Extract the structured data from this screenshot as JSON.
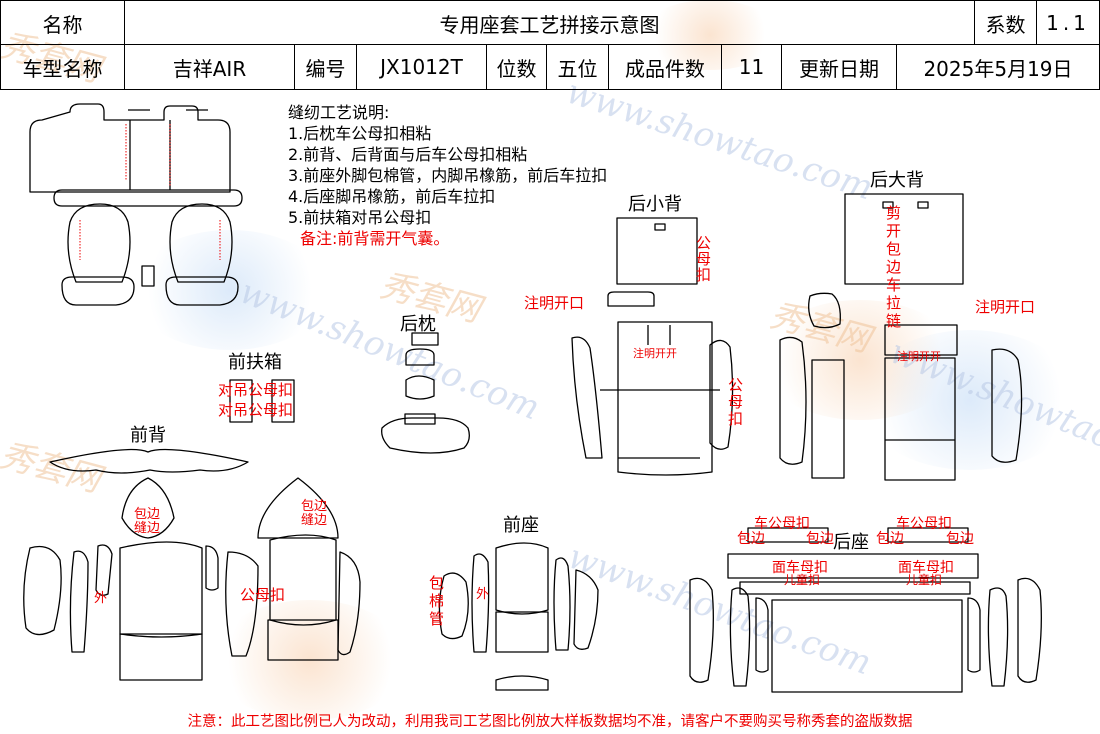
{
  "header": {
    "name_label": "名称",
    "title": "专用座套工艺拼接示意图",
    "coef_label": "系数",
    "coef_value": "1.1",
    "model_label": "车型名称",
    "model_value": "吉祥AIR",
    "code_label": "编号",
    "code_value": "JX1012T",
    "seats_label": "位数",
    "seats_value": "五位",
    "pieces_label": "成品件数",
    "pieces_value": "11",
    "update_label": "更新日期",
    "update_value": "2025年5月19日"
  },
  "notes": {
    "heading": "缝纫工艺说明:",
    "items": [
      "1.后枕车公母扣相粘",
      "2.前背、后背面与后车公母扣相粘",
      "3.前座外脚包棉管，内脚吊橡筋，前后车拉扣",
      "4.后座脚吊橡筋，前后车拉扣",
      "5.前扶箱对吊公母扣"
    ],
    "remark": "备注:前背需开气囊。"
  },
  "parts": {
    "rear_small_back": "后小背",
    "rear_big_back": "后大背",
    "rear_headrest": "后枕",
    "front_armrest": "前扶箱",
    "front_back": "前背",
    "front_seat": "前座",
    "rear_seat": "后座"
  },
  "annotations": {
    "gongmu_kou": "公母扣",
    "gong": "公",
    "mu": "母",
    "kou": "扣",
    "zhuyi_kaikou": "注明开口",
    "zhuyi_kaikai": "注明开开",
    "dui_diao": "对吊公母扣",
    "bao_bian": "包边",
    "feng_bian": "缝边",
    "wai": "外",
    "bao": "包",
    "mian": "棉",
    "guan": "管",
    "jian": "剪",
    "kai": "开",
    "bian": "边",
    "che": "车",
    "la": "拉",
    "lian": "链",
    "che_gongmu_kou": "车公母扣",
    "mian_che_mu_kou": "面车母扣",
    "er_tong_kou": "儿童扣"
  },
  "watermark": {
    "url": "www.showtao.com",
    "brand": "秀套网"
  },
  "footer": "注意：此工艺图比例已人为改动，利用我司工艺图比例放大样板数据均不准，请客户不要购买号称秀套的盗版数据",
  "colors": {
    "annotation": "#e00000",
    "line": "#000000"
  }
}
